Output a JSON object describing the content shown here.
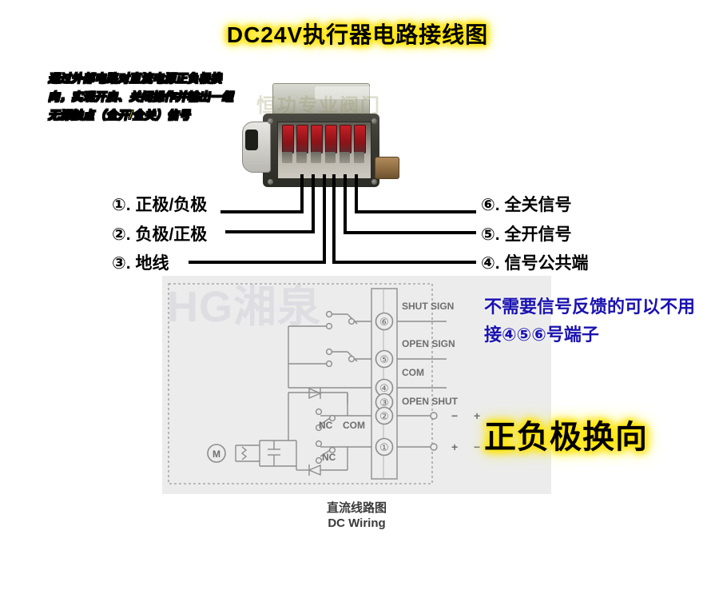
{
  "title": "DC24V执行器电路接线图",
  "notes": {
    "yellow_note": "通过外部电路对直流电源正负极换向，实现开启、关闭操作并输出一组无源触点（全开/全关）信号",
    "blue_note": "不需要信号反馈的可以不用接④⑤⑥号端子",
    "big_glow": "正负极换向"
  },
  "photo": {
    "watermark": "恒功专业阀门"
  },
  "terminals": {
    "left": [
      {
        "num": "①",
        "label": "①. 正极/负极"
      },
      {
        "num": "②",
        "label": "②. 负极/正极"
      },
      {
        "num": "③",
        "label": "③. 地线"
      }
    ],
    "right": [
      {
        "num": "⑥",
        "label": "⑥. 全关信号"
      },
      {
        "num": "⑤",
        "label": "⑤. 全开信号"
      },
      {
        "num": "④",
        "label": "④. 信号公共端"
      }
    ]
  },
  "schematic": {
    "watermark": "HG湘泉",
    "terminal_numbers": [
      "⑥",
      "⑤",
      "④",
      "③",
      "②",
      "①"
    ],
    "signal_labels": [
      {
        "id": "shut-sign",
        "text": "SHUT SIGN"
      },
      {
        "id": "open-sign",
        "text": "OPEN SIGN"
      },
      {
        "id": "com",
        "text": "COM"
      },
      {
        "id": "open-shut",
        "text": "OPEN SHUT"
      }
    ],
    "switch_labels": [
      {
        "id": "nc-upper",
        "text": "NC"
      },
      {
        "id": "com-upper",
        "text": "COM"
      },
      {
        "id": "nc-lower",
        "text": "NC"
      }
    ],
    "motor_label": "M",
    "polarity_row_2": [
      "−",
      "+"
    ],
    "polarity_row_1": [
      "+",
      "−"
    ]
  },
  "caption": {
    "cn": "直流线路图",
    "en": "DC Wiring"
  },
  "colors": {
    "glow": "#ffe400",
    "blue": "#1a12b0",
    "panel": "#ececec",
    "line": "#000000"
  }
}
